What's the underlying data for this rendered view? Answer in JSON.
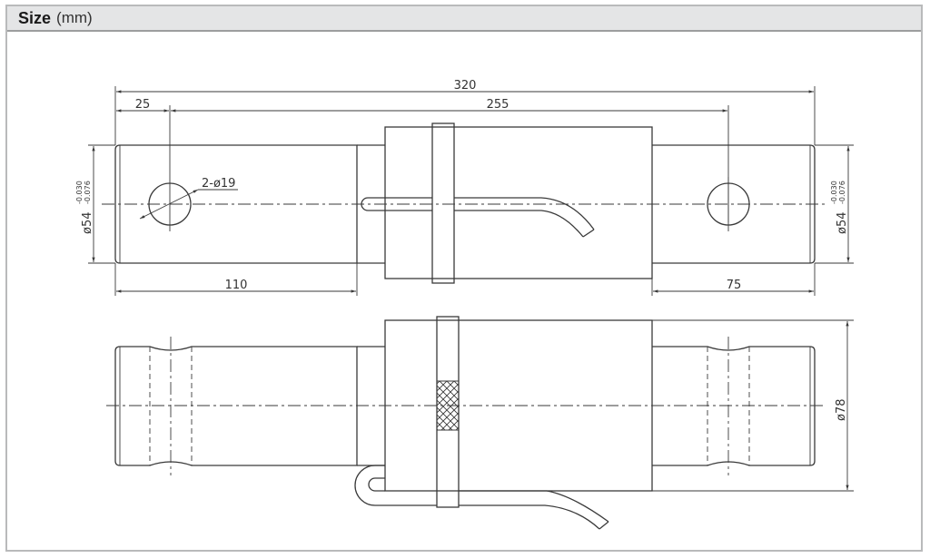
{
  "header": {
    "title": "Size",
    "unit": "(mm)"
  },
  "drawing": {
    "top_view": {
      "overall_length": "320",
      "hole_offset": "25",
      "hole_spacing": "255",
      "hole_callout": "2-ø19",
      "left_shaft_length": "110",
      "right_shaft_length": "75",
      "shaft_diameter_left": "ø54",
      "shaft_diameter_right": "ø54",
      "tolerance_upper": "-0.030",
      "tolerance_lower": "-0.076"
    },
    "side_view": {
      "body_diameter": "ø78"
    },
    "line_color": "#3a3a3a",
    "header_bg": "#e4e5e6"
  }
}
